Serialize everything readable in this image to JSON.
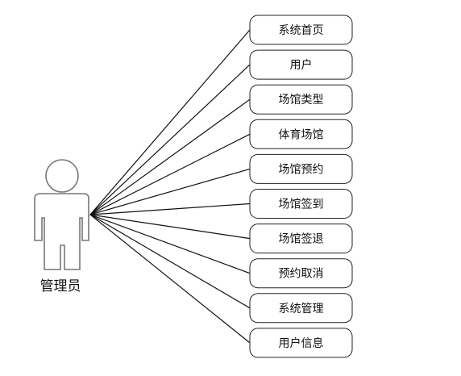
{
  "actor": {
    "label": "管理员",
    "icon": "person-icon"
  },
  "use_cases": [
    {
      "label": "系统首页"
    },
    {
      "label": "用户"
    },
    {
      "label": "场馆类型"
    },
    {
      "label": "体育场馆"
    },
    {
      "label": "场馆预约"
    },
    {
      "label": "场馆签到"
    },
    {
      "label": "场馆签退"
    },
    {
      "label": "预约取消"
    },
    {
      "label": "系统管理"
    },
    {
      "label": "用户信息"
    }
  ]
}
